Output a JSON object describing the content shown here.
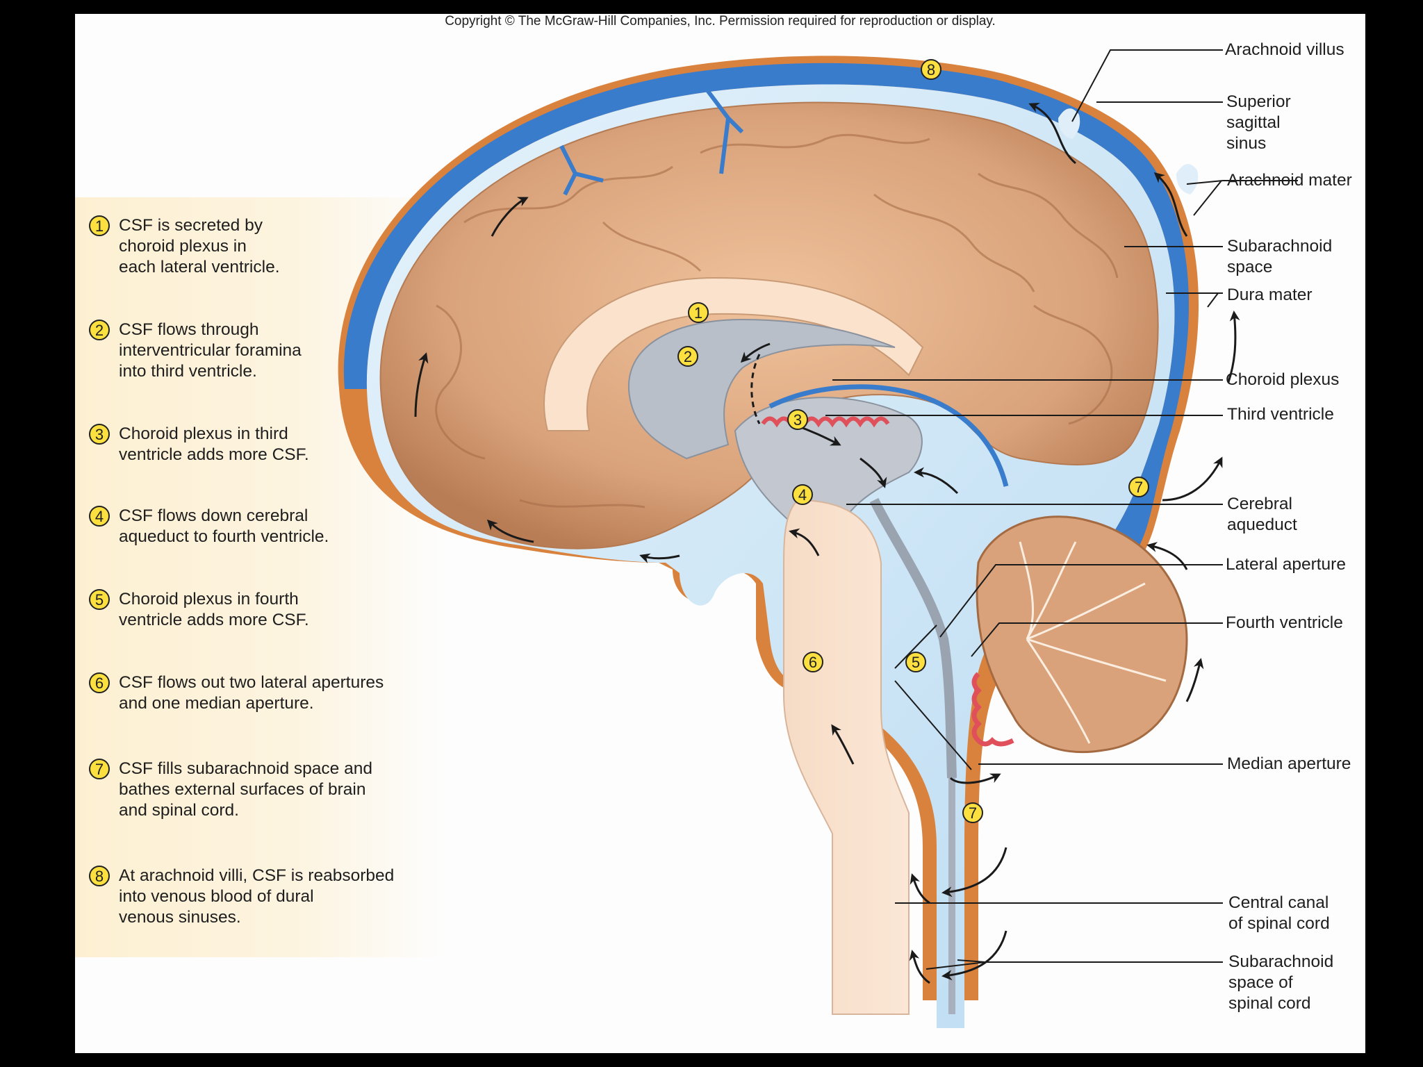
{
  "copyright": "Copyright © The McGraw-Hill Companies, Inc. Permission required for reproduction or display.",
  "colors": {
    "badge_fill": "#fbe040",
    "dura_blue": "#3a7ccc",
    "csf_light_blue": "#cfe6f6",
    "brain_tan": "#d9a27a",
    "dura_orange": "#d9823e",
    "ventricle_gray": "#b9bfc8",
    "choroid_red": "#e0505a",
    "legend_bg": "#fdf0d2"
  },
  "steps": [
    {
      "number": "1",
      "text": "CSF is secreted by\nchoroid plexus in\neach lateral ventricle."
    },
    {
      "number": "2",
      "text": "CSF flows through\ninterventricular foramina\ninto third ventricle."
    },
    {
      "number": "3",
      "text": "Choroid plexus in third\nventricle adds more CSF."
    },
    {
      "number": "4",
      "text": "CSF flows down cerebral\naqueduct to fourth ventricle."
    },
    {
      "number": "5",
      "text": "Choroid plexus in fourth\nventricle adds more CSF."
    },
    {
      "number": "6",
      "text": "CSF flows out two lateral apertures\nand one median aperture."
    },
    {
      "number": "7",
      "text": "CSF fills subarachnoid space and\nbathes external surfaces of brain\nand spinal cord."
    },
    {
      "number": "8",
      "text": "At arachnoid villi, CSF is reabsorbed\ninto venous blood of dural\nvenous sinuses."
    }
  ],
  "labels": [
    "Arachnoid villus",
    "Superior\nsagittal\nsinus",
    "Arachnoid mater",
    "Subarachnoid\nspace",
    "Dura mater",
    "Choroid plexus",
    "Third ventricle",
    "Cerebral\naqueduct",
    "Lateral aperture",
    "Fourth ventricle",
    "Median aperture",
    "Central canal\nof spinal cord",
    "Subarachnoid\nspace of\nspinal cord"
  ],
  "diagram_markers": [
    "1",
    "2",
    "3",
    "4",
    "5",
    "6",
    "7",
    "7",
    "8"
  ]
}
